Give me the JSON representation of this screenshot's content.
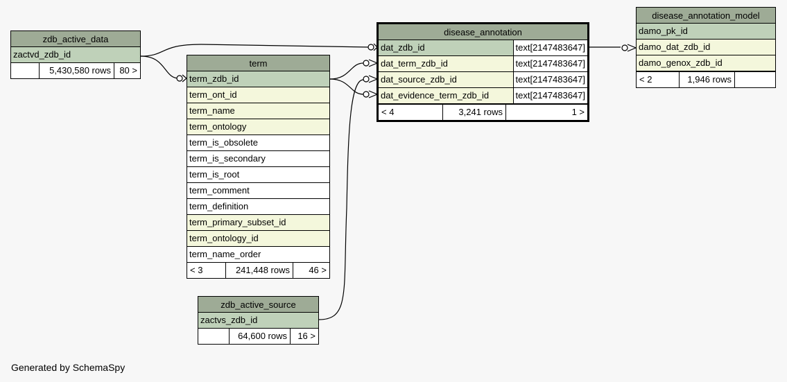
{
  "tables": {
    "zdb_active_data": {
      "name": "zdb_active_data",
      "columns": [
        {
          "name": "zactvd_zdb_id"
        }
      ],
      "footer": {
        "parents": "",
        "rows": "5,430,580 rows",
        "children": "80 >"
      }
    },
    "term": {
      "name": "term",
      "columns": [
        {
          "name": "term_zdb_id"
        },
        {
          "name": "term_ont_id"
        },
        {
          "name": "term_name"
        },
        {
          "name": "term_ontology"
        },
        {
          "name": "term_is_obsolete"
        },
        {
          "name": "term_is_secondary"
        },
        {
          "name": "term_is_root"
        },
        {
          "name": "term_comment"
        },
        {
          "name": "term_definition"
        },
        {
          "name": "term_primary_subset_id"
        },
        {
          "name": "term_ontology_id"
        },
        {
          "name": "term_name_order"
        }
      ],
      "footer": {
        "parents": "< 3",
        "rows": "241,448 rows",
        "children": "46 >"
      }
    },
    "zdb_active_source": {
      "name": "zdb_active_source",
      "columns": [
        {
          "name": "zactvs_zdb_id"
        }
      ],
      "footer": {
        "parents": "",
        "rows": "64,600 rows",
        "children": "16 >"
      }
    },
    "disease_annotation": {
      "name": "disease_annotation",
      "columns": [
        {
          "name": "dat_zdb_id",
          "type": "text[2147483647]"
        },
        {
          "name": "dat_term_zdb_id",
          "type": "text[2147483647]"
        },
        {
          "name": "dat_source_zdb_id",
          "type": "text[2147483647]"
        },
        {
          "name": "dat_evidence_term_zdb_id",
          "type": "text[2147483647]"
        }
      ],
      "footer": {
        "parents": "< 4",
        "rows": "3,241 rows",
        "children": "1 >"
      }
    },
    "disease_annotation_model": {
      "name": "disease_annotation_model",
      "columns": [
        {
          "name": "damo_pk_id"
        },
        {
          "name": "damo_dat_zdb_id"
        },
        {
          "name": "damo_genox_zdb_id"
        }
      ],
      "footer": {
        "parents": "< 2",
        "rows": "1,946 rows",
        "children": ""
      }
    }
  },
  "footer_note": "Generated by SchemaSpy",
  "colors": {
    "header": "#9eab96",
    "primary_key": "#bfd1b9",
    "foreign_key": "#f4f7dc",
    "background": "#f7f7f7"
  }
}
